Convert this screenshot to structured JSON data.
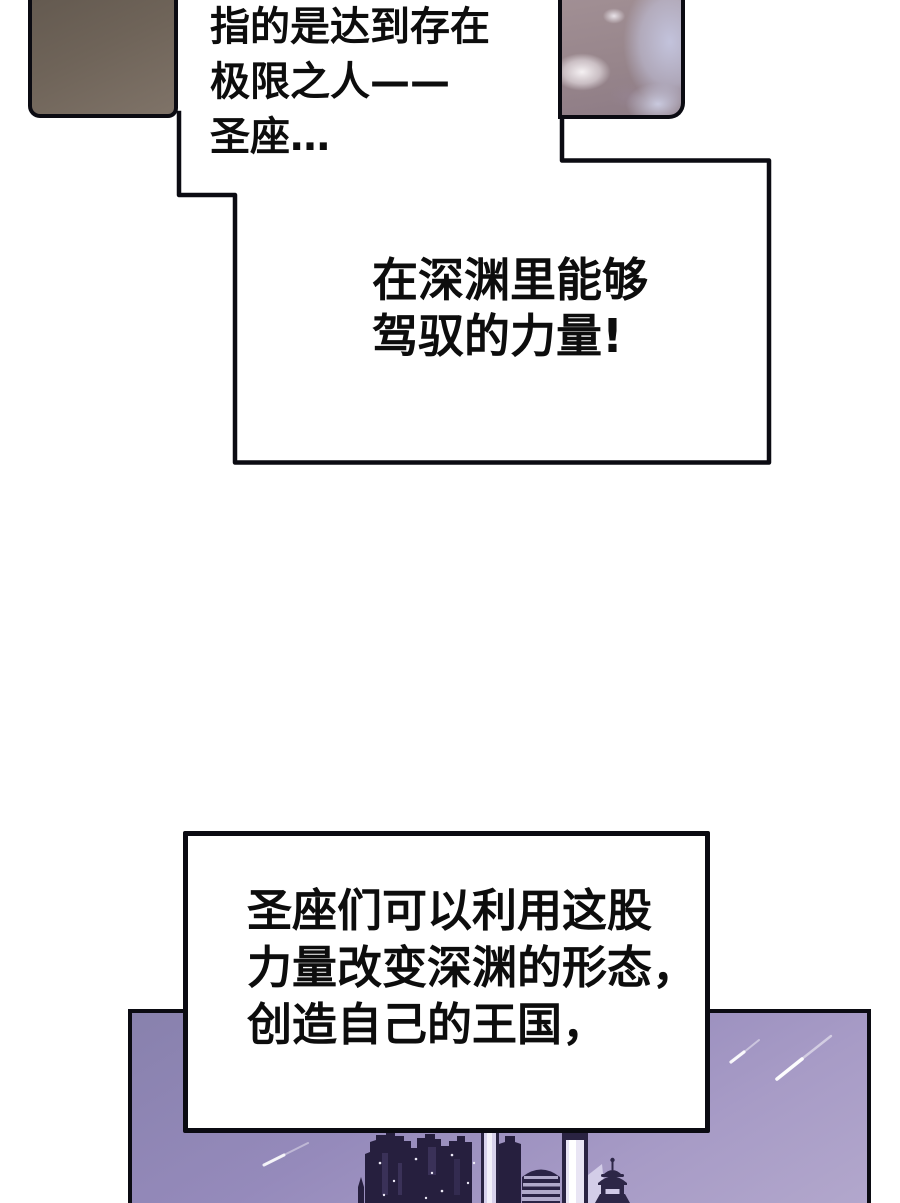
{
  "page": {
    "kind": "webtoon-comic-page",
    "background": "#ffffff",
    "ink": "#0b0b12"
  },
  "bubbles": {
    "b1": {
      "lines": [
        "指的是达到存在",
        "极限之人——",
        "圣座…"
      ]
    },
    "b2": {
      "lines": [
        "在深渊里能够",
        "驾驭的力量!"
      ]
    },
    "b3": {
      "lines": [
        "圣座们可以利用这股",
        "力量改变深渊的形态，",
        "创造自己的王国，"
      ]
    }
  },
  "panels": {
    "top_left": {
      "name": "blurred-brown-scene"
    },
    "top_right": {
      "name": "hazy-purple-clouds"
    },
    "bottom": {
      "name": "night-sky-with-castle",
      "elements": [
        "meteor",
        "meteor",
        "meteor",
        "castle-silhouette",
        "pagoda-tower"
      ]
    }
  },
  "colors": {
    "brown_panel_top": "#645a50",
    "brown_panel_bottom": "#7f7368",
    "clouds_base": "#97858b",
    "clouds_light": "#c5c6e0",
    "sky_top": "#8881ad",
    "sky_bottom": "#b2a7cc",
    "castle_dark": "#261f3e",
    "castle_mid": "#3a3158",
    "castle_highlight": "#ddd7ef",
    "text": "#0d0d0d"
  }
}
